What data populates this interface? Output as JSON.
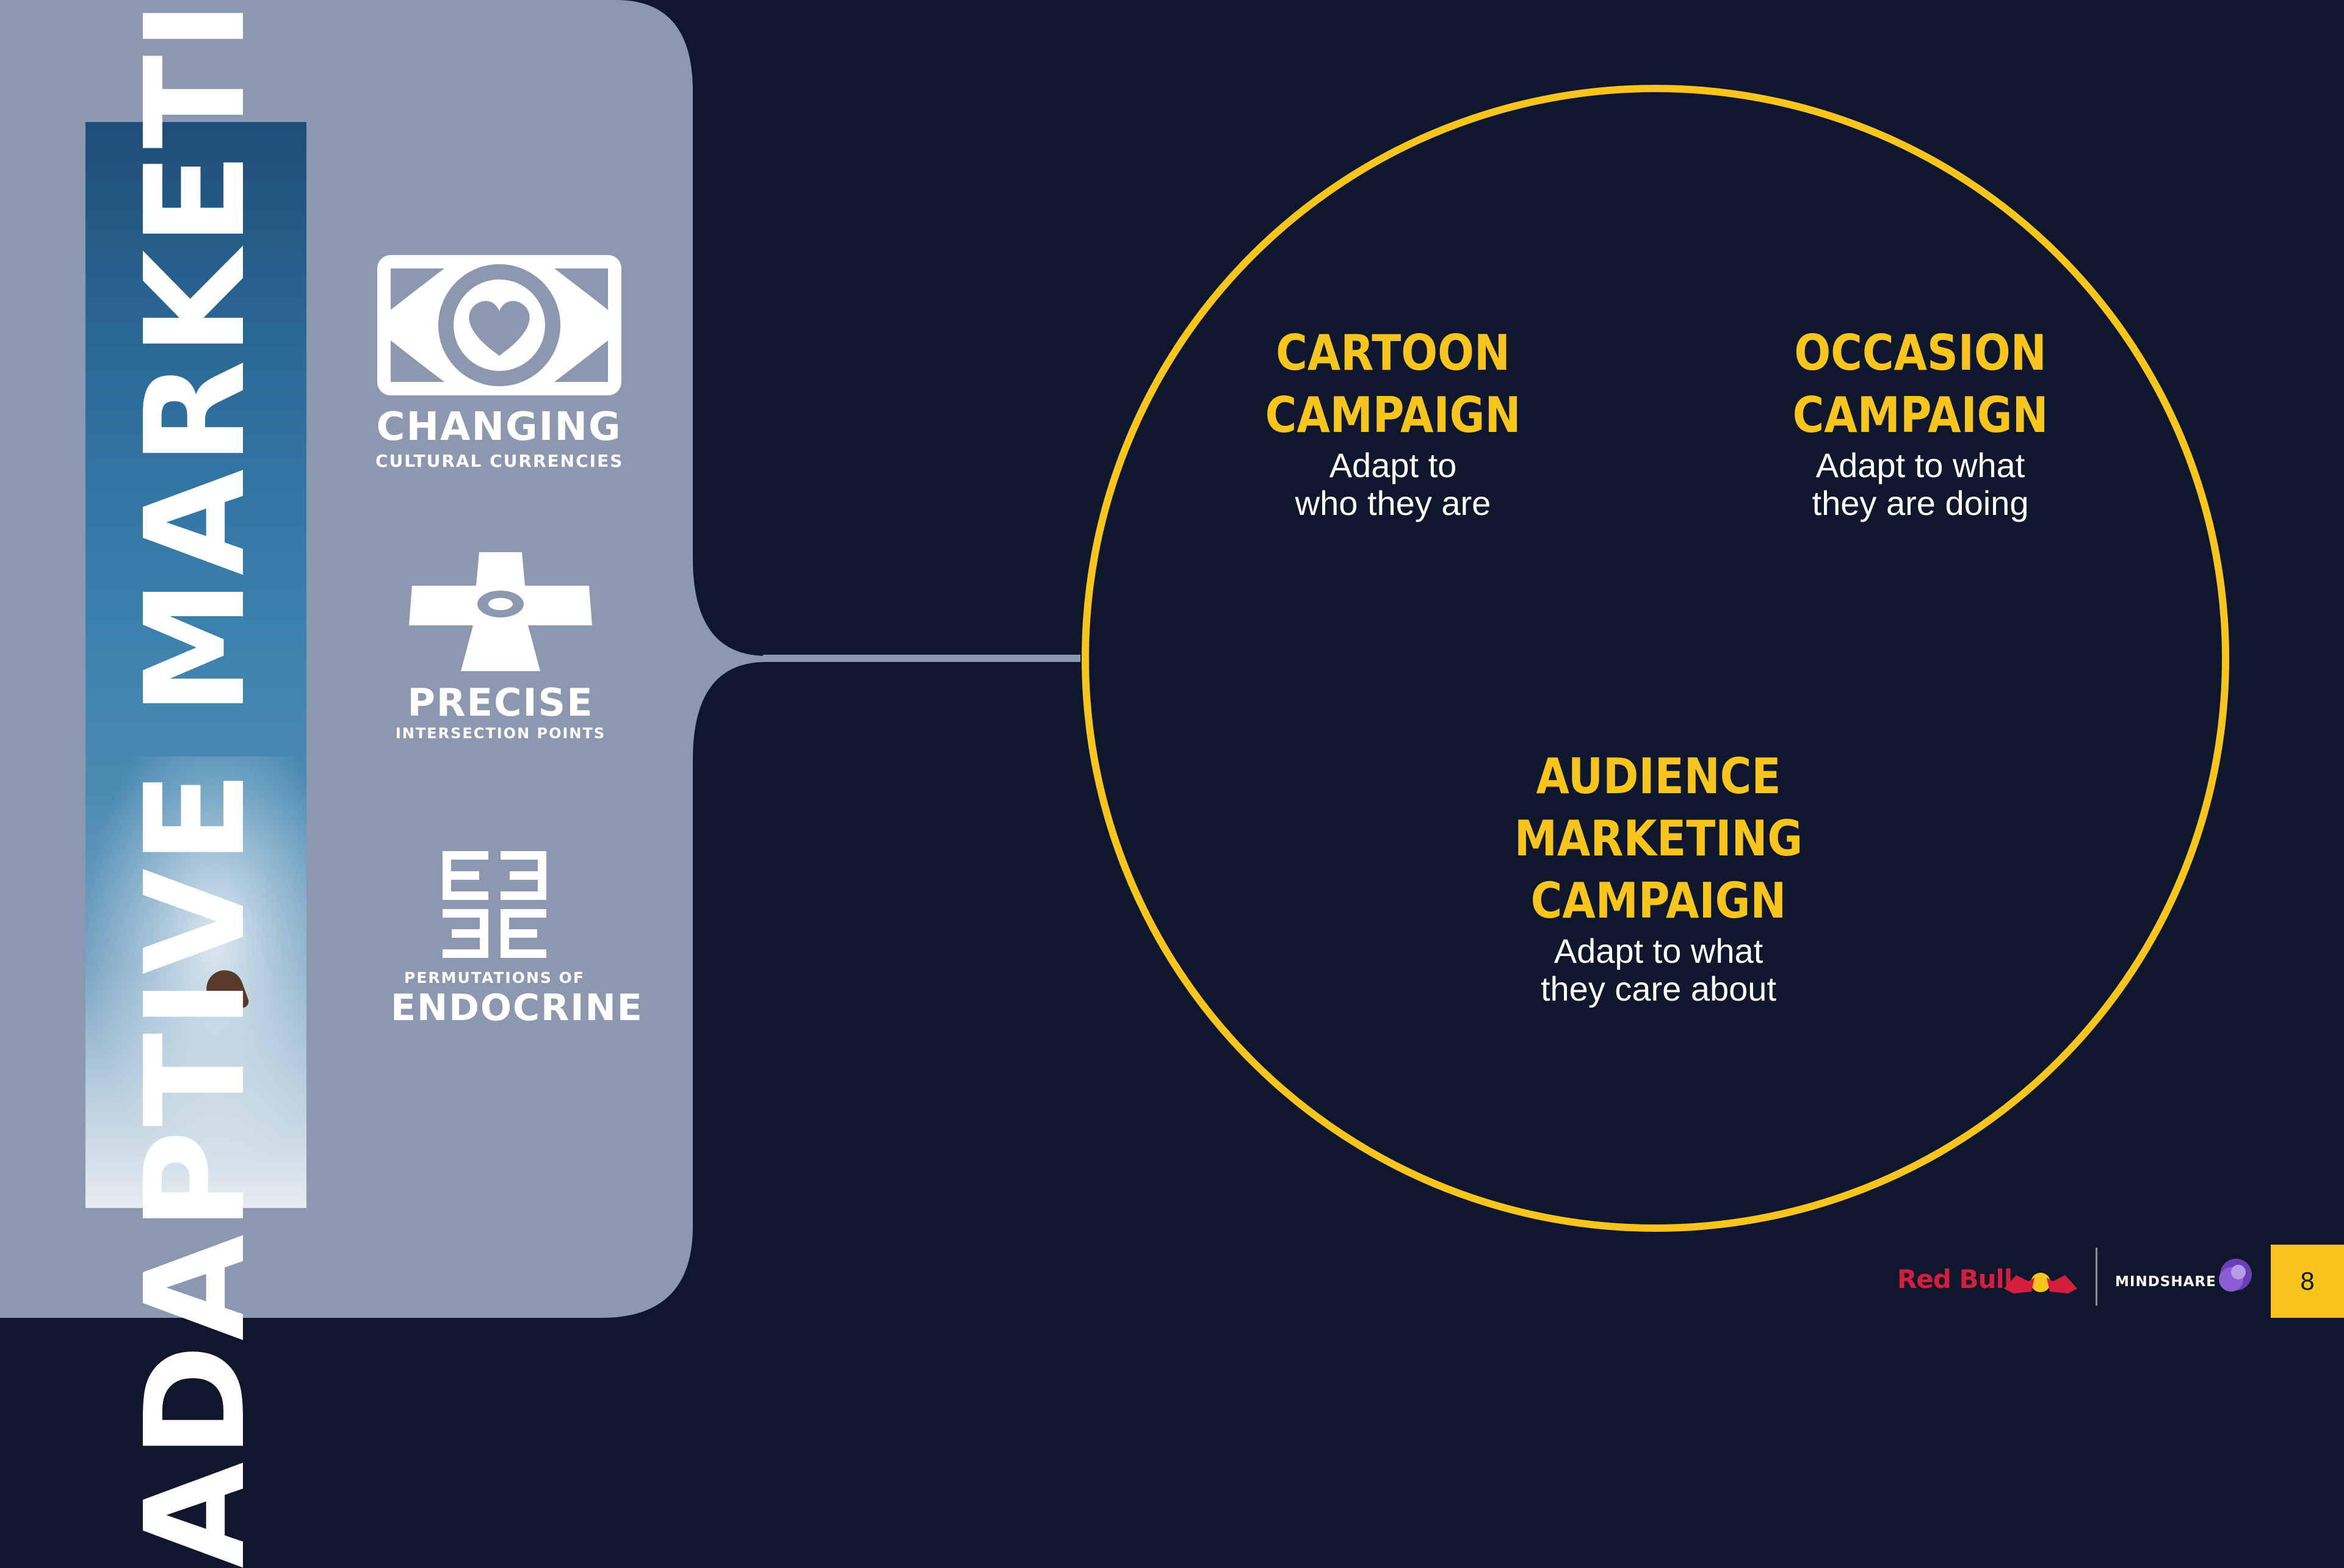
{
  "sidebar": {
    "vertical_title": "ADAPTIVE MARKETING",
    "pillars": [
      {
        "icon": "heart-banknote-icon",
        "big": "CHANGING",
        "small": "CULTURAL CURRENCIES"
      },
      {
        "icon": "road-intersection-icon",
        "big": "PRECISE",
        "small": "INTERSECTION POINTS"
      },
      {
        "icon": "e-permutation-grid-icon",
        "small": "PERMUTATIONS OF",
        "big": "ENDOCRINE"
      }
    ]
  },
  "campaigns": [
    {
      "title": "CARTOON\nCAMPAIGN",
      "description": "Adapt to\nwho they are"
    },
    {
      "title": "OCCASION\nCAMPAIGN",
      "description": "Adapt to what\nthey are doing"
    },
    {
      "title": "AUDIENCE\nMARKETING\nCAMPAIGN",
      "description": "Adapt to what\nthey care about"
    }
  ],
  "footer": {
    "brand_1": "Red Bull",
    "brand_2": "MINDSHARE",
    "page_number": "8"
  },
  "colors": {
    "background": "#0e172b",
    "panel": "#8c97b0",
    "accent": "#f8c51c",
    "text": "#ffffff",
    "redbull": "#d41f3c"
  }
}
